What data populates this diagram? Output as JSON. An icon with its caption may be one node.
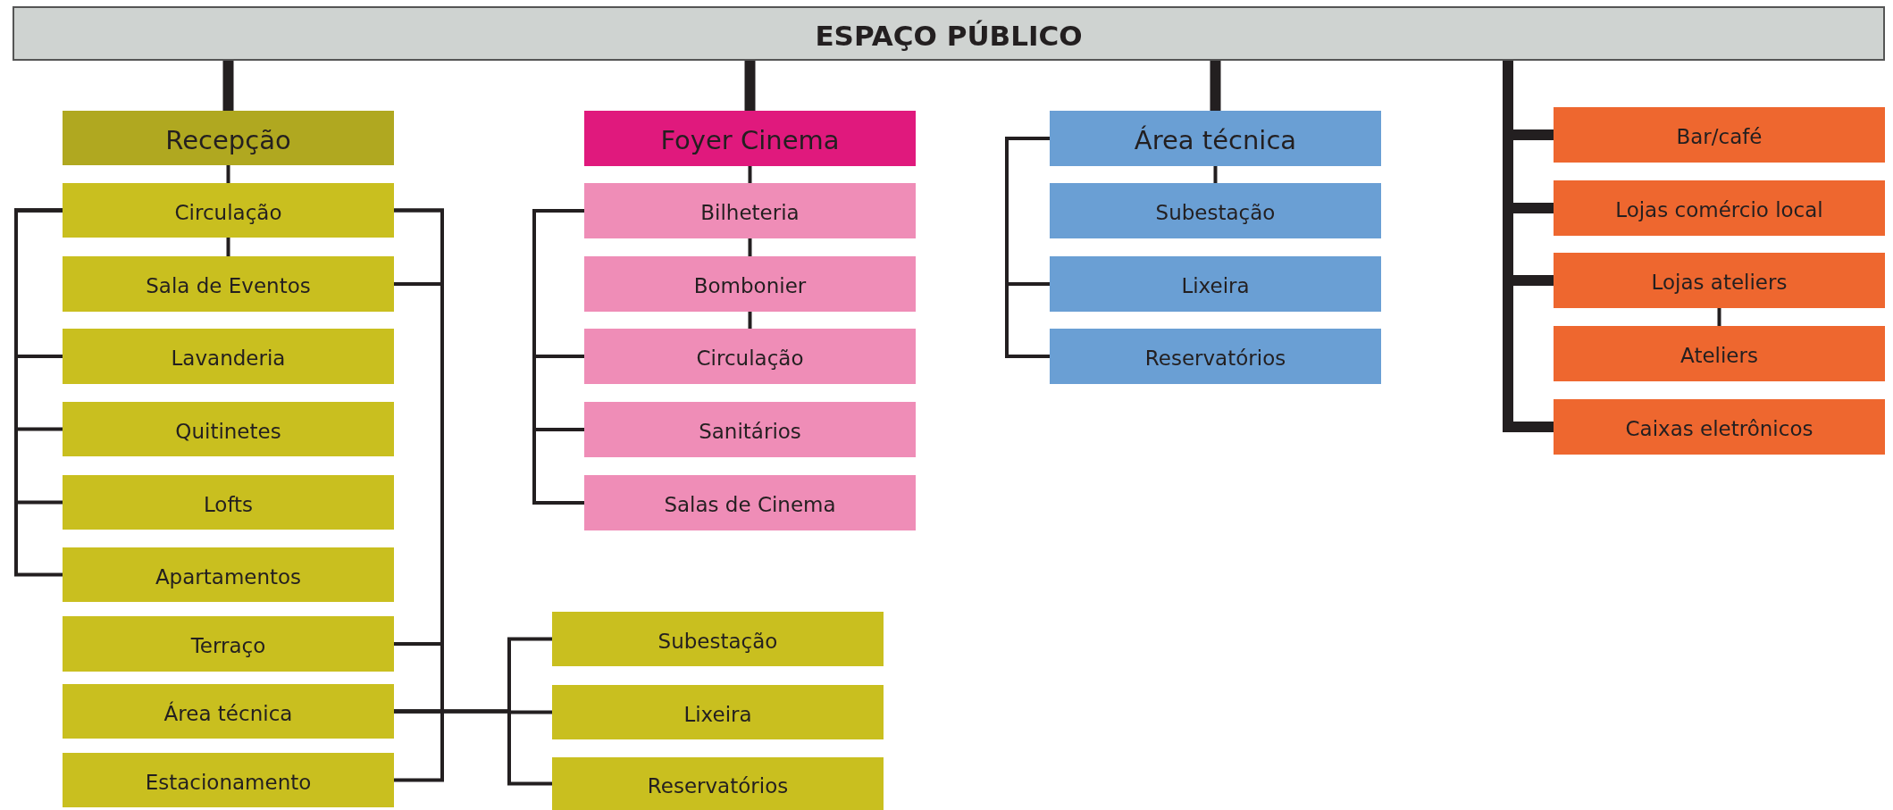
{
  "diagram": {
    "nodes": [
      {
        "text": [
          "ESPAÇO PÚBLICO"
        ]
      },
      {
        "text": [
          "Recepção"
        ]
      },
      {
        "text": [
          "Circulação"
        ]
      },
      {
        "text": [
          "Sala de Eventos"
        ]
      },
      {
        "text": [
          "Lavanderia"
        ]
      },
      {
        "text": [
          "Quitinetes"
        ]
      },
      {
        "text": [
          "Lofts"
        ]
      },
      {
        "text": [
          "Apartamentos"
        ]
      },
      {
        "text": [
          "Terraço"
        ]
      },
      {
        "text": [
          "Área técnica"
        ]
      },
      {
        "text": [
          "Estacionamento"
        ]
      },
      {
        "text": [
          "Subestação"
        ]
      },
      {
        "text": [
          "Lixeira"
        ]
      },
      {
        "text": [
          "Reservatórios"
        ]
      },
      {
        "text": [
          "Foyer Cinema"
        ]
      },
      {
        "text": [
          "Bilheteria"
        ]
      },
      {
        "text": [
          "Bombonier"
        ]
      },
      {
        "text": [
          "Circulação"
        ]
      },
      {
        "text": [
          "Sanitários"
        ]
      },
      {
        "text": [
          "Salas de Cinema"
        ]
      },
      {
        "text": [
          "Área técnica"
        ]
      },
      {
        "text": [
          "Subestação"
        ]
      },
      {
        "text": [
          "Lixeira"
        ]
      },
      {
        "text": [
          "Reservatórios"
        ]
      },
      {
        "text": [
          "Bar/café"
        ]
      },
      {
        "text": [
          "Lojas comércio local"
        ]
      },
      {
        "text": [
          "Lojas ateliers"
        ]
      },
      {
        "text": [
          "Ateliers"
        ]
      },
      {
        "text": [
          "Caixas eletrônicos"
        ]
      }
    ],
    "edges": [
      {
        "from": 0,
        "to": 1,
        "arrow": "none",
        "style": "thick"
      },
      {
        "from": 0,
        "to": 14,
        "arrow": "none",
        "style": "thick"
      },
      {
        "from": 0,
        "to": 20,
        "arrow": "none",
        "style": "thick"
      },
      {
        "from": 0,
        "to": 24,
        "arrow": "none",
        "style": "thick"
      },
      {
        "from": 0,
        "to": 25,
        "arrow": "none",
        "style": "thick"
      },
      {
        "from": 0,
        "to": 26,
        "arrow": "none",
        "style": "thick"
      },
      {
        "from": 0,
        "to": 28,
        "arrow": "none",
        "style": "thick"
      },
      {
        "from": 1,
        "to": 2,
        "arrow": "none"
      },
      {
        "from": 2,
        "to": 3,
        "arrow": "none"
      },
      {
        "from": 2,
        "to": 4,
        "arrow": "none"
      },
      {
        "from": 2,
        "to": 5,
        "arrow": "none"
      },
      {
        "from": 2,
        "to": 6,
        "arrow": "none"
      },
      {
        "from": 2,
        "to": 7,
        "arrow": "none"
      },
      {
        "from": 2,
        "to": 8,
        "arrow": "none"
      },
      {
        "from": 3,
        "to": 9,
        "arrow": "none"
      },
      {
        "from": 2,
        "to": 10,
        "arrow": "none"
      },
      {
        "from": 9,
        "to": 11,
        "arrow": "none"
      },
      {
        "from": 9,
        "to": 12,
        "arrow": "none"
      },
      {
        "from": 9,
        "to": 13,
        "arrow": "none"
      },
      {
        "from": 14,
        "to": 15,
        "arrow": "none"
      },
      {
        "from": 15,
        "to": 16,
        "arrow": "none"
      },
      {
        "from": 16,
        "to": 17,
        "arrow": "none"
      },
      {
        "from": 15,
        "to": 17,
        "arrow": "none"
      },
      {
        "from": 15,
        "to": 18,
        "arrow": "none"
      },
      {
        "from": 15,
        "to": 19,
        "arrow": "none"
      },
      {
        "from": 20,
        "to": 21,
        "arrow": "none"
      },
      {
        "from": 20,
        "to": 22,
        "arrow": "none"
      },
      {
        "from": 20,
        "to": 23,
        "arrow": "none"
      },
      {
        "from": 26,
        "to": 27,
        "arrow": "none"
      }
    ]
  }
}
